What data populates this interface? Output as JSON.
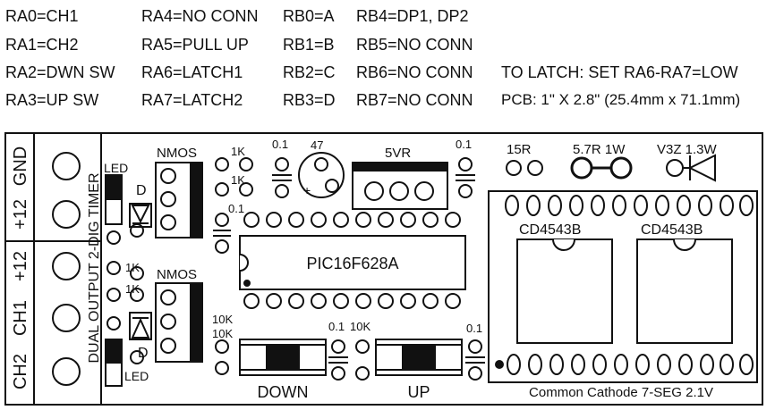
{
  "pinmap": {
    "col1": [
      "RA0=CH1",
      "RA1=CH2",
      "RA2=DWN SW",
      "RA3=UP SW"
    ],
    "col2": [
      "RA4=NO CONN",
      "RA5=PULL UP",
      "RA6=LATCH1",
      "RA7=LATCH2"
    ],
    "col3": [
      "RB0=A",
      "RB1=B",
      "RB2=C",
      "RB3=D"
    ],
    "col4": [
      "RB4=DP1, DP2",
      "RB5=NO CONN",
      "RB6=NO CONN",
      "RB7=NO CONN"
    ],
    "notes": [
      "TO LATCH: SET RA6-RA7=LOW",
      "PCB: 1\" X 2.8\" (25.4mm x 71.1mm)"
    ]
  },
  "board": {
    "terminal_labels": [
      "GND",
      "+12",
      "+12",
      "CH1",
      "CH2"
    ],
    "side_label": "DUAL OUTPUT 2-DIG TIMER",
    "led_top": "LED",
    "led_bottom": "LED",
    "diode_top": "D",
    "diode_bottom": "D",
    "nmos_top": "NMOS",
    "nmos_bottom": "NMOS",
    "r1k_a": "1K",
    "r1k_b": "1K",
    "r1k_c": "1K",
    "r1k_d": "1K",
    "cap_01_left": "0.1",
    "cap_01_top": "0.1",
    "cap_47": "47",
    "regulator": "5VR",
    "cap_01_right": "0.1",
    "r15": "15R",
    "r57": "5.7R 1W",
    "zener": "V3Z 1.3W",
    "mcu": "PIC16F628A",
    "r10k_a": "10K",
    "r10k_b": "10K",
    "cap_01_bottom": "0.1",
    "r10k_c": "10K",
    "cap_01_br": "0.1",
    "btn_down": "DOWN",
    "btn_up": "UP",
    "dec1": "CD4543B",
    "dec2": "CD4543B",
    "display": "Common Cathode 7-SEG  2.1V",
    "polarity": "+"
  }
}
